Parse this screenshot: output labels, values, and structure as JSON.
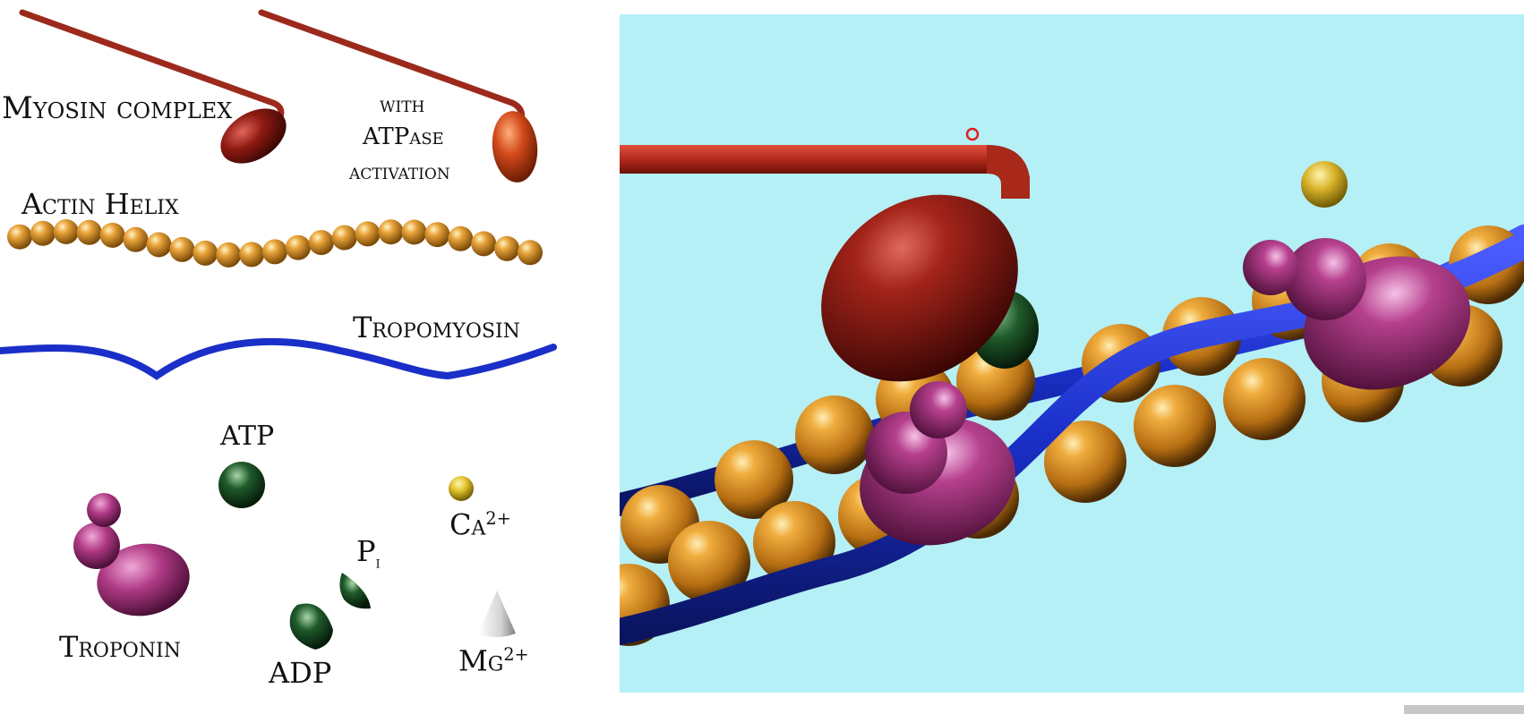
{
  "legend": {
    "myosin_complex": "Myosin complex",
    "atpase_line1": "with",
    "atpase_line2": "ATPase",
    "atpase_line3": "activation",
    "actin_helix": "Actin Helix",
    "tropomyosin": "Tropomyosin",
    "atp": "ATP",
    "troponin": "Troponin",
    "pi_main": "P",
    "pi_sub": "i",
    "adp": "ADP",
    "ca_main": "Ca",
    "ca_sup": "2+",
    "mg_main": "Mg",
    "mg_sup": "2+"
  },
  "colors": {
    "myosin": "#8e1a12",
    "myosin_activated": "#d2491a",
    "actin": "#e39a2a",
    "tropomyosin": "#1a2fc8",
    "atp": "#1f5a2a",
    "troponin": "#b03a86",
    "calcium": "#e2c22c",
    "magnesium": "#cfcfcf",
    "scene_background": "#b4f0f6",
    "cursor": "#e01e1e"
  }
}
